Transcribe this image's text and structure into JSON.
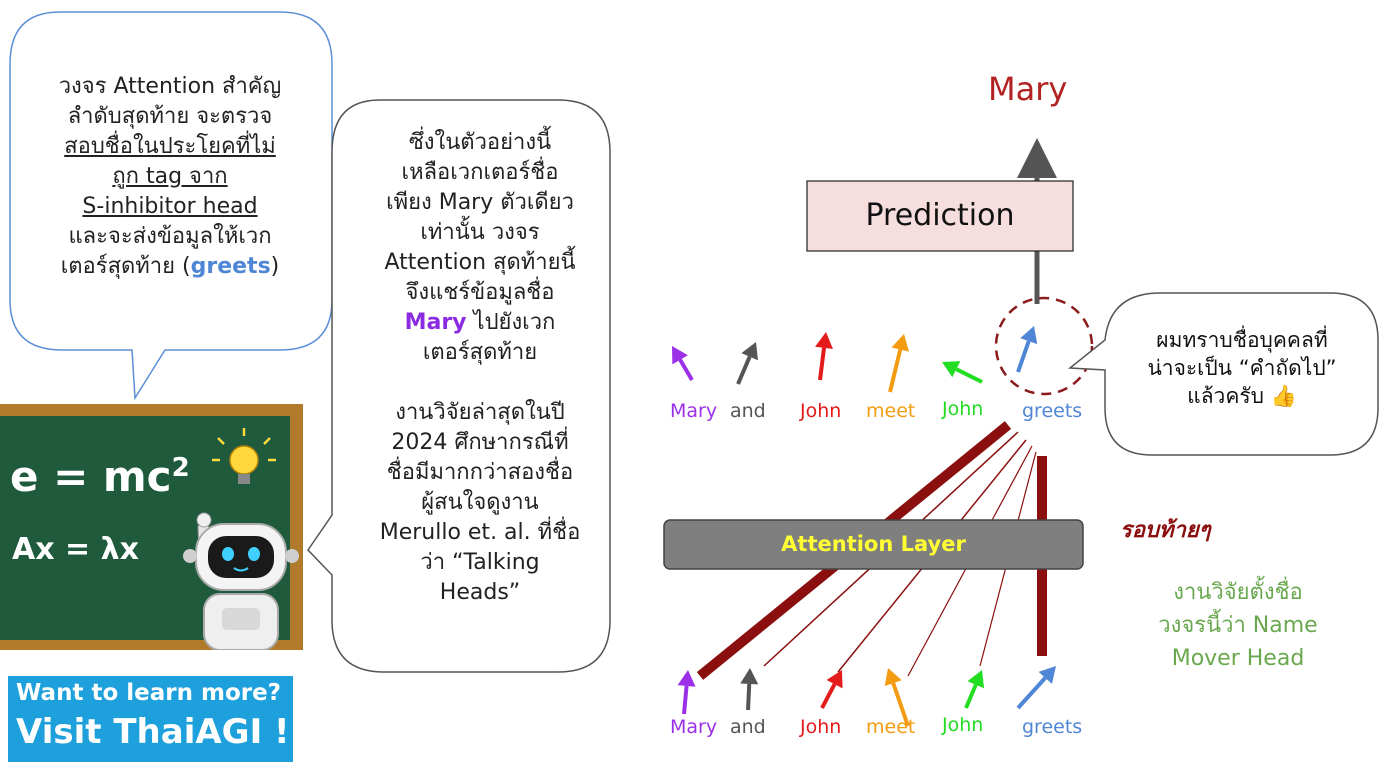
{
  "left_bubble": {
    "line1": "วงจร Attention สำคัญ",
    "line2": "ลำดับสุดท้าย จะตรวจ",
    "line3": "สอบชื่อในประโยคที่ไม่",
    "line4": "ถูก tag จาก",
    "line5": "S-inhibitor head",
    "line6": "และจะส่งข้อมูลให้เวก",
    "line7_pre": "เตอร์สุดท้าย (",
    "line7_bold": "greets",
    "line7_post": ")"
  },
  "middle_bubble": {
    "l1": "ซึ่งในตัวอย่างนี้",
    "l2": "เหลือเวกเตอร์ชื่อ",
    "l3": "เพียง Mary ตัวเดียว",
    "l4": "เท่านั้น วงจร",
    "l5": "Attention สุดท้ายนี้",
    "l6": "จึงแชร์ข้อมูลชื่อ",
    "l7_bold": "Mary",
    "l7_rest": " ไปยังเวก",
    "l8": "เตอร์สุดท้าย",
    "l9": "งานวิจัยล่าสุดในปี",
    "l10": "2024 ศึกษากรณีที่",
    "l11": "ชื่อมีมากกว่าสองชื่อ",
    "l12": "ผู้สนใจดูงาน",
    "l13": "Merullo et. al. ที่ชื่อ",
    "l14": "ว่า “Talking",
    "l15": "Heads”"
  },
  "blackboard": {
    "formula1": "e = mc",
    "formula1_sup": "2",
    "formula2": "Ax = λx"
  },
  "promo": {
    "line1": "Want to learn more?",
    "line2": "Visit ThaiAGI !"
  },
  "diagram": {
    "output_word": "Mary",
    "prediction_label": "Prediction",
    "attention_label": "Attention Layer",
    "tokens": [
      "Mary",
      "and",
      "John",
      "meet",
      "John",
      "greets"
    ],
    "token_colors": [
      "#9b30e8",
      "#555555",
      "#e31b1b",
      "#f39c12",
      "#22dd22",
      "#4f86d6"
    ],
    "right_bubble_l1": "ผมทราบชื่อบุคคลที่",
    "right_bubble_l2": "น่าจะเป็น “คำถัดไป”",
    "right_bubble_l3": "แล้วครับ 👍",
    "late_rounds": "รอบท้ายๆ",
    "note_l1": "งานวิจัยตั้งชื่อ",
    "note_l2": "วงจรนี้ว่า Name",
    "note_l3": "Mover Head"
  },
  "colors": {
    "dark_red": "#8b0f0f",
    "output_red": "#b22222",
    "prediction_fill": "#f6dede",
    "attention_fill": "#7f7f7f",
    "attention_text": "#ffff33",
    "note_green": "#6aa84f",
    "greets_blue": "#4f86d6",
    "mary_purple": "#8a2be2"
  }
}
